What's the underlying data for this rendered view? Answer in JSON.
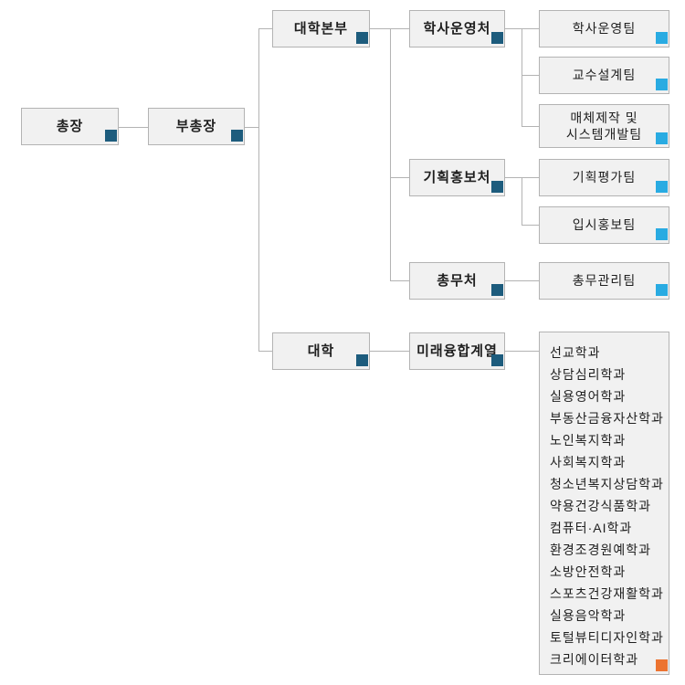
{
  "colors": {
    "org_square": "#1d5c7d",
    "team_square": "#29abe2",
    "dept_square": "#ec7330",
    "box_fill": "#f1f1f1",
    "box_border": "#b3b3b3",
    "line": "#b3b3b3"
  },
  "nodes": {
    "president": "총장",
    "vice_president": "부총장",
    "headquarters": "대학본부",
    "college": "대학",
    "academic_affairs_office": "학사운영처",
    "planning_pr_office": "기획홍보처",
    "general_affairs_office": "총무처",
    "future_convergence_division": "미래융합계열",
    "academic_operations_team": "학사운영팀",
    "instructional_design_team": "교수설계팀",
    "media_system_team_line1": "매체제작 및",
    "media_system_team_line2": "시스템개발팀",
    "planning_evaluation_team": "기획평가팀",
    "admissions_pr_team": "입시홍보팀",
    "general_management_team": "총무관리팀"
  },
  "departments": [
    "선교학과",
    "상담심리학과",
    "실용영어학과",
    "부동산금융자산학과",
    "노인복지학과",
    "사회복지학과",
    "청소년복지상담학과",
    "약용건강식품학과",
    "컴퓨터·AI학과",
    "환경조경원예학과",
    "소방안전학과",
    "스포츠건강재활학과",
    "실용음악학과",
    "토털뷰티디자인학과",
    "크리에이터학과"
  ]
}
